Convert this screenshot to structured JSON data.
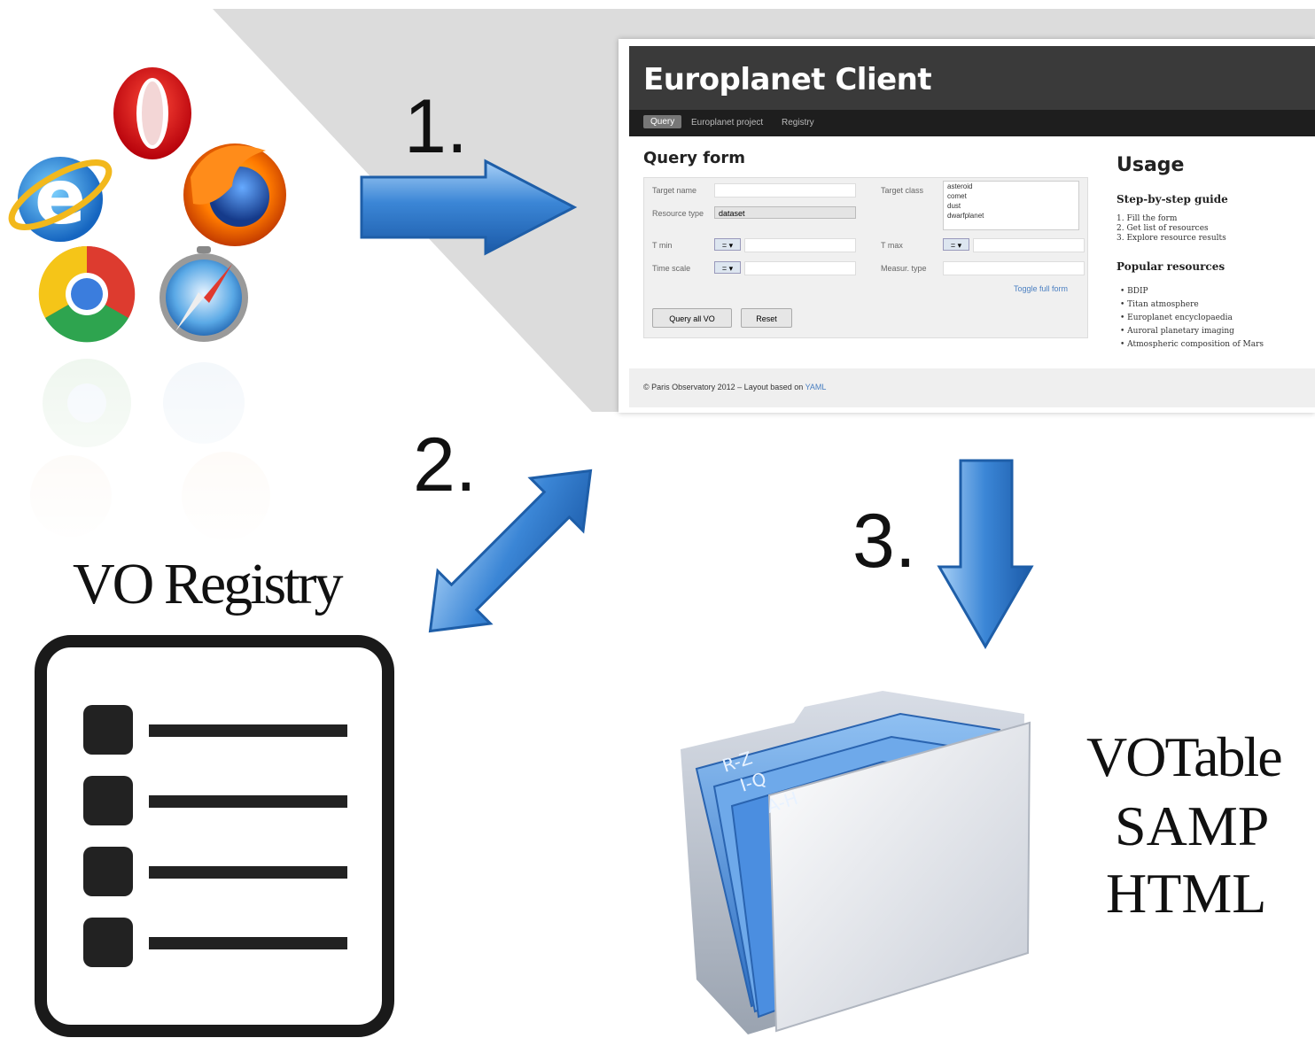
{
  "steps": {
    "one": "1.",
    "two": "2.",
    "three": "3."
  },
  "labels": {
    "registry": "VO Registry",
    "outputs": [
      "VOTable",
      "SAMP",
      "HTML"
    ]
  },
  "folder_tabs": [
    "R-Z",
    "I-Q",
    "A-H"
  ],
  "colors": {
    "arrow_blue": "#2f74c9",
    "arrow_light": "#9cc7f3",
    "screenshot_header": "#3a3a3a"
  },
  "icons": [
    "opera-icon",
    "internet-explorer-icon",
    "firefox-icon",
    "chrome-icon",
    "safari-icon",
    "registry-list-icon",
    "folder-icon"
  ],
  "screenshot": {
    "title": "Europlanet Client",
    "nav": [
      "Query",
      "Europlanet project",
      "Registry"
    ],
    "form_title": "Query form",
    "fields": {
      "target_name": "Target name",
      "resource_type": "Resource type",
      "resource_type_value": "dataset",
      "target_class": "Target class",
      "target_class_options": [
        "asteroid",
        "comet",
        "dust",
        "dwarfplanet"
      ],
      "t_min": "T min",
      "t_max": "T max",
      "time_scale": "Time scale",
      "measur_type": "Measur. type",
      "stepper": "= ▾"
    },
    "toggle": "Toggle full form",
    "buttons": {
      "query": "Query all VO",
      "reset": "Reset"
    },
    "usage_title": "Usage",
    "guide_title": "Step-by-step guide",
    "guide_steps": [
      "1. Fill the form",
      "2. Get list of resources",
      "3. Explore resource results"
    ],
    "popular_title": "Popular resources",
    "popular": [
      "BDIP",
      "Titan atmosphere",
      "Europlanet encyclopaedia",
      "Auroral planetary imaging",
      "Atmospheric composition of Mars"
    ],
    "footer": "© Paris Observatory 2012 – Layout based on ",
    "footer_link": "YAML"
  }
}
